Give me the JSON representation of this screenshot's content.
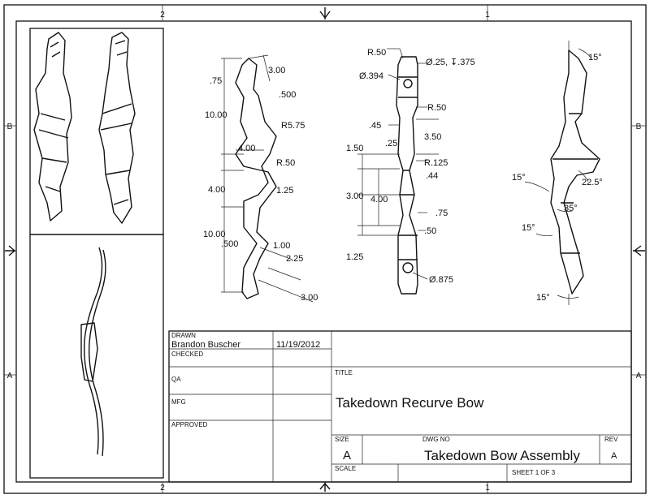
{
  "zones": {
    "top": [
      "2",
      "1"
    ],
    "bottom": [
      "2",
      "1"
    ],
    "left": [
      "B",
      "A"
    ],
    "right": [
      "B",
      "A"
    ]
  },
  "dimensions": {
    "profile": [
      ".75",
      "3.00",
      ".500",
      "10.00",
      "R5.75",
      "4.00",
      "R.50",
      "4.00",
      "1.25",
      "10.00",
      ".500",
      "1.00",
      "2.25",
      "3.00"
    ],
    "front": [
      "R.50",
      "Ø.25, ↧.375",
      "Ø.394",
      "R.50",
      ".45",
      "3.50",
      ".25",
      "1.50",
      "R.125",
      ".44",
      "3.00",
      "4.00",
      ".75",
      ".50",
      "1.25",
      "Ø.875"
    ],
    "angles": [
      "15°",
      "15°",
      "22.5°",
      "35°",
      "15°",
      "15°"
    ]
  },
  "title_block": {
    "drawn_label": "DRAWN",
    "drawn_by": "Brandon Buscher",
    "drawn_date": "11/19/2012",
    "checked_label": "CHECKED",
    "qa_label": "QA",
    "mfg_label": "MFG",
    "approved_label": "APPROVED",
    "title_label": "TITLE",
    "title": "Takedown Recurve Bow",
    "size_label": "SIZE",
    "size": "A",
    "dwg_label": "DWG NO",
    "dwg_no": "Takedown Bow Assembly",
    "rev_label": "REV",
    "rev": "A",
    "scale_label": "SCALE",
    "sheet": "SHEET 1  OF 3"
  }
}
